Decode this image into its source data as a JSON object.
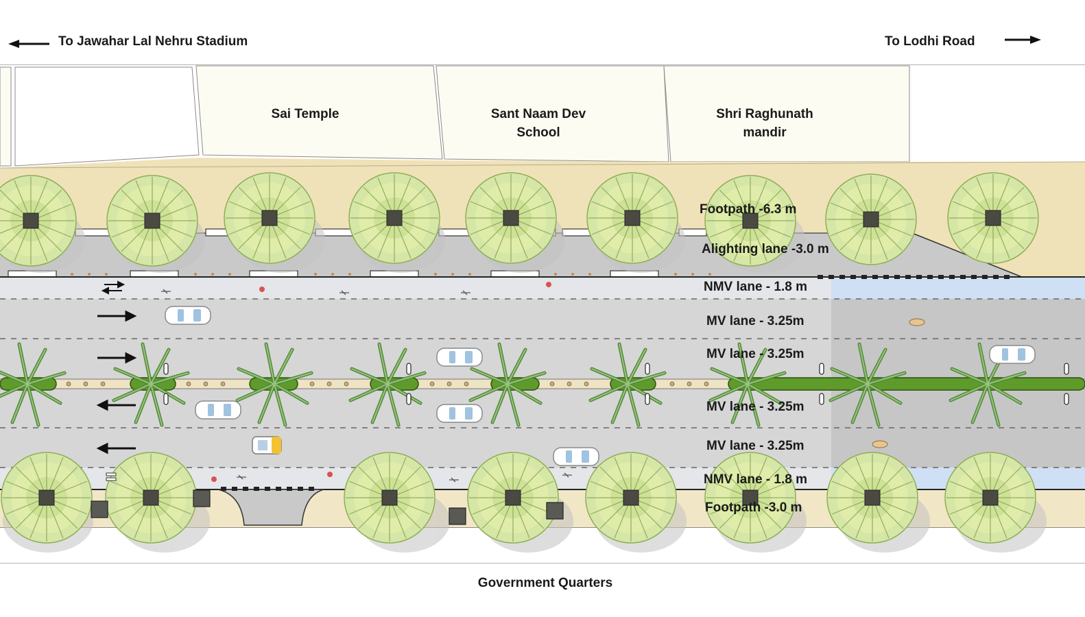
{
  "directions": {
    "left": "To Jawahar Lal Nehru Stadium",
    "right": "To Lodhi Road"
  },
  "buildings": {
    "sai_temple": "Sai Temple",
    "sant_naam_dev": "Sant Naam Dev School",
    "shri_raghunath": "Shri Raghunath mandir",
    "government_quarters": "Government Quarters"
  },
  "lanes": {
    "footpath_north": "Footpath  -6.3 m",
    "alighting_lane": "Alighting lane  -3.0 m",
    "nmv_north": "NMV lane - 1.8 m",
    "mv_1": "MV lane - 3.25m",
    "mv_2": "MV lane - 3.25m",
    "mv_3": "MV lane - 3.25m",
    "mv_4": "MV lane - 3.25m",
    "nmv_south": "NMV lane - 1.8 m",
    "footpath_south": "Footpath  -3.0 m"
  },
  "colors": {
    "footpath": "#f0e2b8",
    "road": "#cfcfcf",
    "nmv_lane": "#e3e6ec",
    "nmv_extension": "#cfe0f5",
    "median_planter": "#5e9b2a",
    "tree_canopy": "#cfe2a0",
    "palm": "#4f8a3a",
    "building_lot": "#fcfcf2"
  },
  "icons": {
    "left_arrow": "arrow-left-icon",
    "right_arrow": "arrow-right-icon",
    "traffic_east": "arrow-right-icon",
    "traffic_west": "arrow-left-icon",
    "bidirectional": "two-way-arrows-icon"
  }
}
